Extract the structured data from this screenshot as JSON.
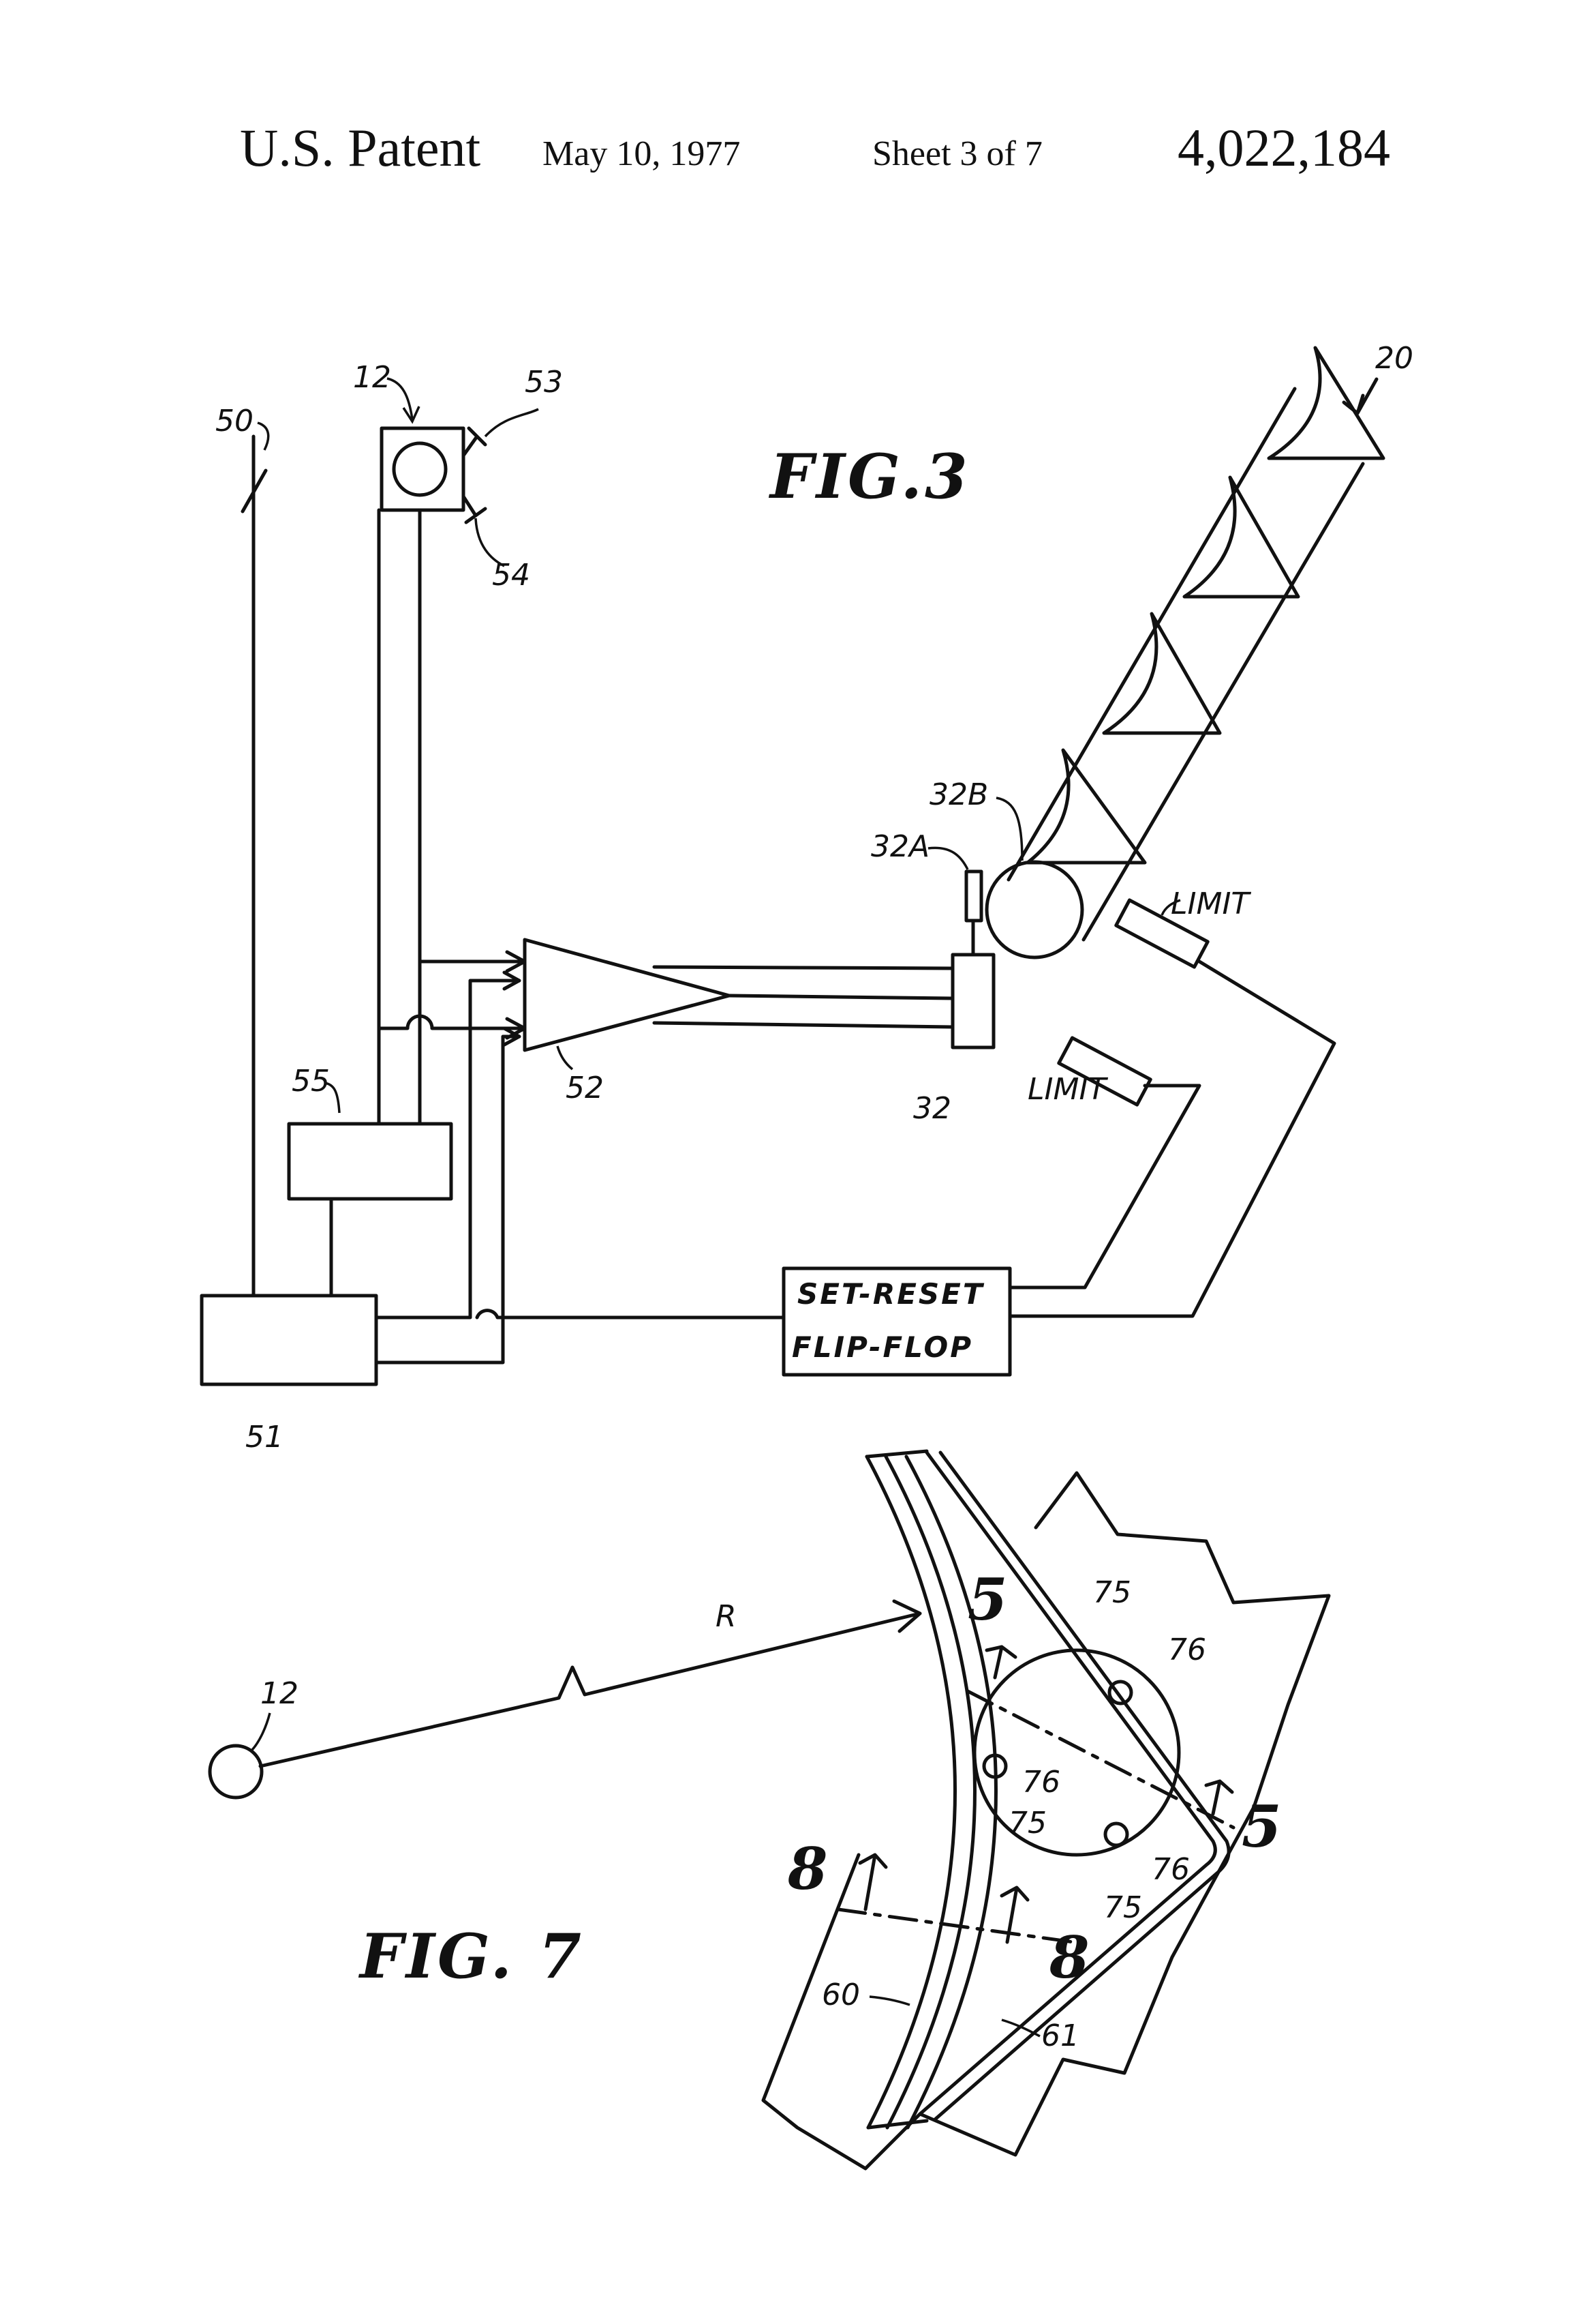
{
  "header": {
    "title": "U.S. Patent",
    "date": "May 10, 1977",
    "sheet": "Sheet 3 of 7",
    "number": "4,022,184"
  },
  "fig3": {
    "caption": "FIG.3",
    "labels": {
      "l12": "12",
      "l20": "20",
      "l50": "50",
      "l51": "51",
      "l52": "52",
      "l53": "53",
      "l54": "54",
      "l55": "55",
      "l32": "32",
      "l32a": "32A",
      "l32b": "32B",
      "limit_upper": "LIMIT",
      "limit_lower": "LIMIT"
    },
    "flipflop": {
      "line1": "SET-RESET",
      "line2": "FLIP-FLOP"
    }
  },
  "fig7": {
    "caption": "FIG. 7",
    "labels": {
      "r": "R",
      "l12": "12",
      "s5a": "5",
      "s5b": "5",
      "s8a": "8",
      "s8b": "8",
      "l60": "60",
      "l61": "61",
      "l75a": "75",
      "l75b": "75",
      "l75c": "75",
      "l76a": "76",
      "l76b": "76",
      "l76c": "76"
    }
  }
}
